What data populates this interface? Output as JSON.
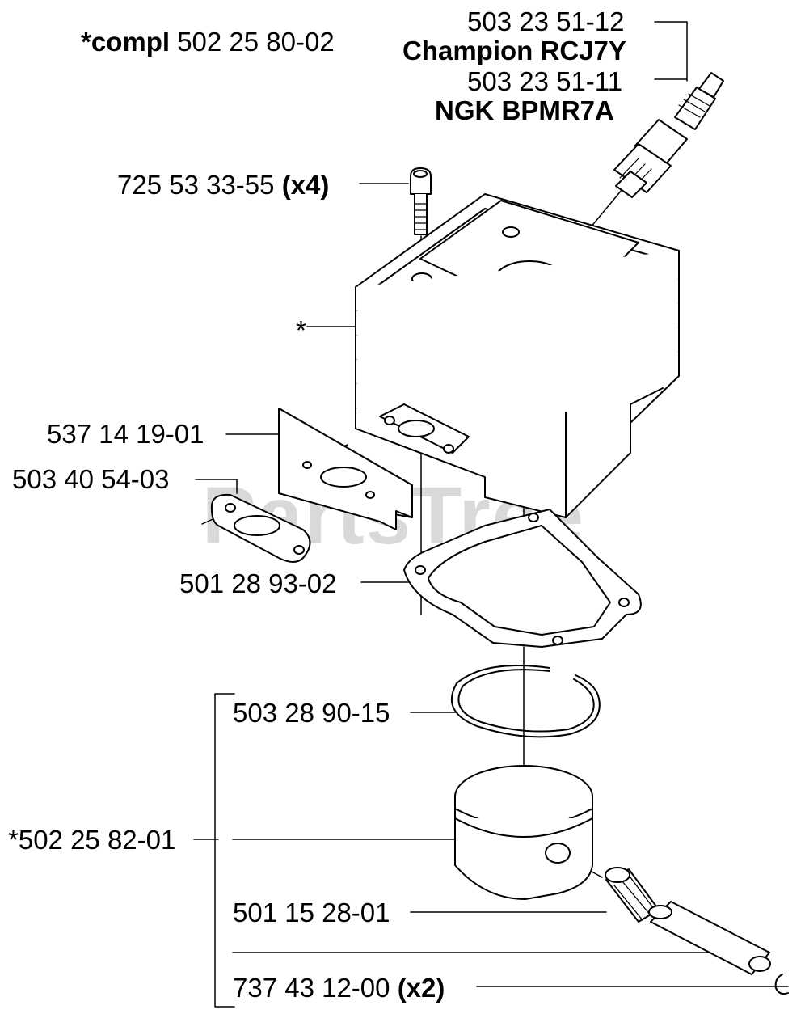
{
  "watermark": {
    "text": "PartsTree",
    "tm": "™"
  },
  "labels": {
    "compl_prefix": "*compl",
    "compl_part": "502  25 80-02",
    "plug1_part": "503 23 51-12",
    "plug1_name": "Champion RCJ7Y",
    "plug2_part": "503 23 51-11",
    "plug2_name": "NGK BPMR7A",
    "screw_part": "725 53 33-55",
    "screw_qty": "(x4)",
    "cylinder_mark": "*",
    "gasket_plate_part": "537 14 19-01",
    "exhaust_gasket_part": "503 40 54-03",
    "base_gasket_part": "501 28 93-02",
    "piston_ring_part": "503 28 90-15",
    "piston_part": "*502 25 82-01",
    "bearing_part": "501 15 28-01",
    "circlip_part": "737 43 12-00",
    "circlip_qty": "(x2)"
  }
}
